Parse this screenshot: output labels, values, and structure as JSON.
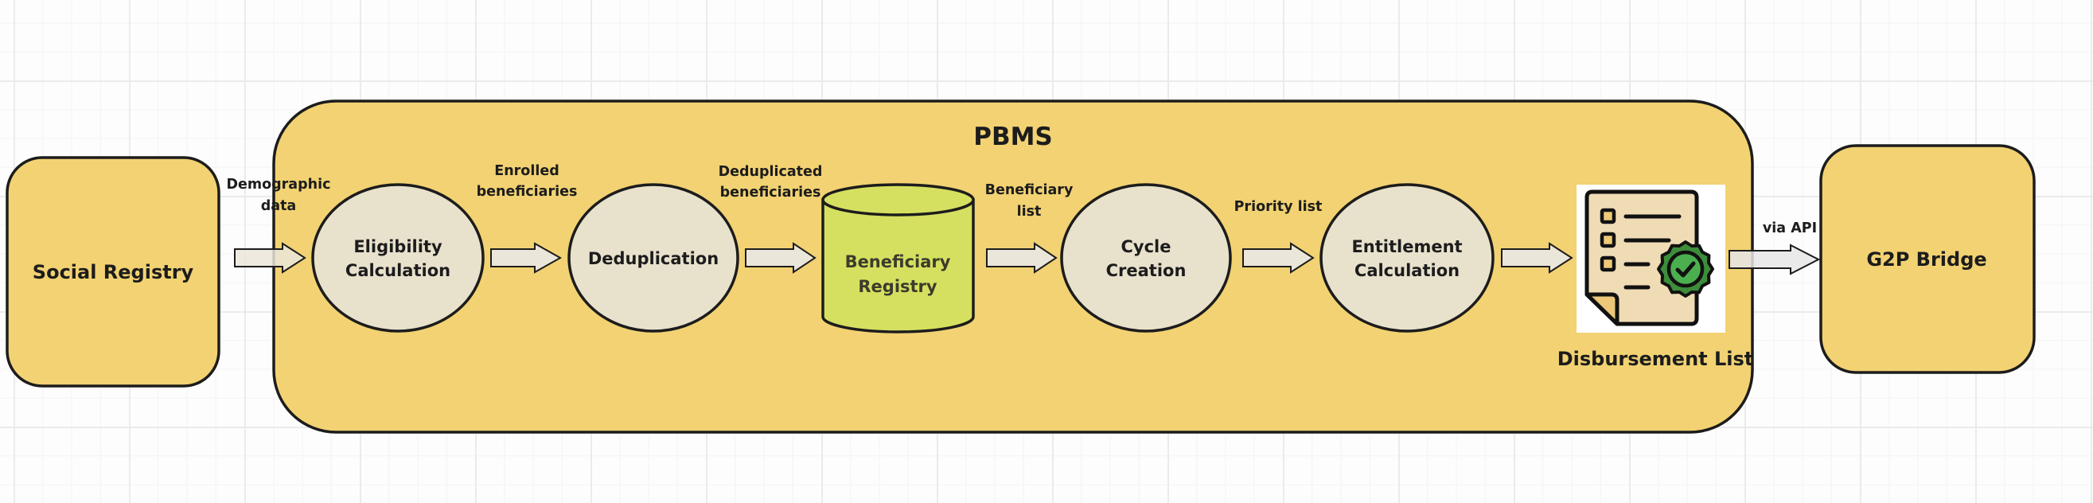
{
  "diagram": {
    "container": {
      "title": "PBMS",
      "fill": "#f2d272"
    },
    "external_nodes": {
      "source": {
        "label": "Social Registry"
      },
      "target": {
        "label": "G2P Bridge"
      }
    },
    "process_nodes": [
      {
        "id": "eligibility",
        "lines": [
          "Eligibility",
          "Calculation"
        ]
      },
      {
        "id": "deduplication",
        "lines": [
          "Deduplication"
        ]
      },
      {
        "id": "cycle",
        "lines": [
          "Cycle",
          "Creation"
        ]
      },
      {
        "id": "entitlement",
        "lines": [
          "Entitlement",
          "Calculation"
        ]
      }
    ],
    "datastore": {
      "lines": [
        "Beneficiary",
        "Registry"
      ],
      "fill": "#d6e060"
    },
    "output": {
      "label": "Disbursement List",
      "icon": "checklist-document-approved-icon"
    },
    "edges": [
      {
        "from": "Social Registry",
        "to": "Eligibility Calculation",
        "lines": [
          "Demographic",
          "data"
        ]
      },
      {
        "from": "Eligibility Calculation",
        "to": "Deduplication",
        "lines": [
          "Enrolled",
          "beneficiaries"
        ]
      },
      {
        "from": "Deduplication",
        "to": "Beneficiary Registry",
        "lines": [
          "Deduplicated",
          "beneficiaries"
        ]
      },
      {
        "from": "Beneficiary Registry",
        "to": "Cycle Creation",
        "lines": [
          "Beneficiary",
          "list"
        ]
      },
      {
        "from": "Cycle Creation",
        "to": "Entitlement Calculation",
        "lines": [
          "Priority list"
        ]
      },
      {
        "from": "Entitlement Calculation",
        "to": "Disbursement List",
        "lines": []
      },
      {
        "from": "Disbursement List",
        "to": "G2P Bridge",
        "lines": [
          "via API"
        ]
      }
    ],
    "colors": {
      "node_fill": "#f2d272",
      "process_fill": "#e8e1cc",
      "stroke": "#1c1c1c",
      "arrow_fill": "#ebe6da"
    }
  }
}
